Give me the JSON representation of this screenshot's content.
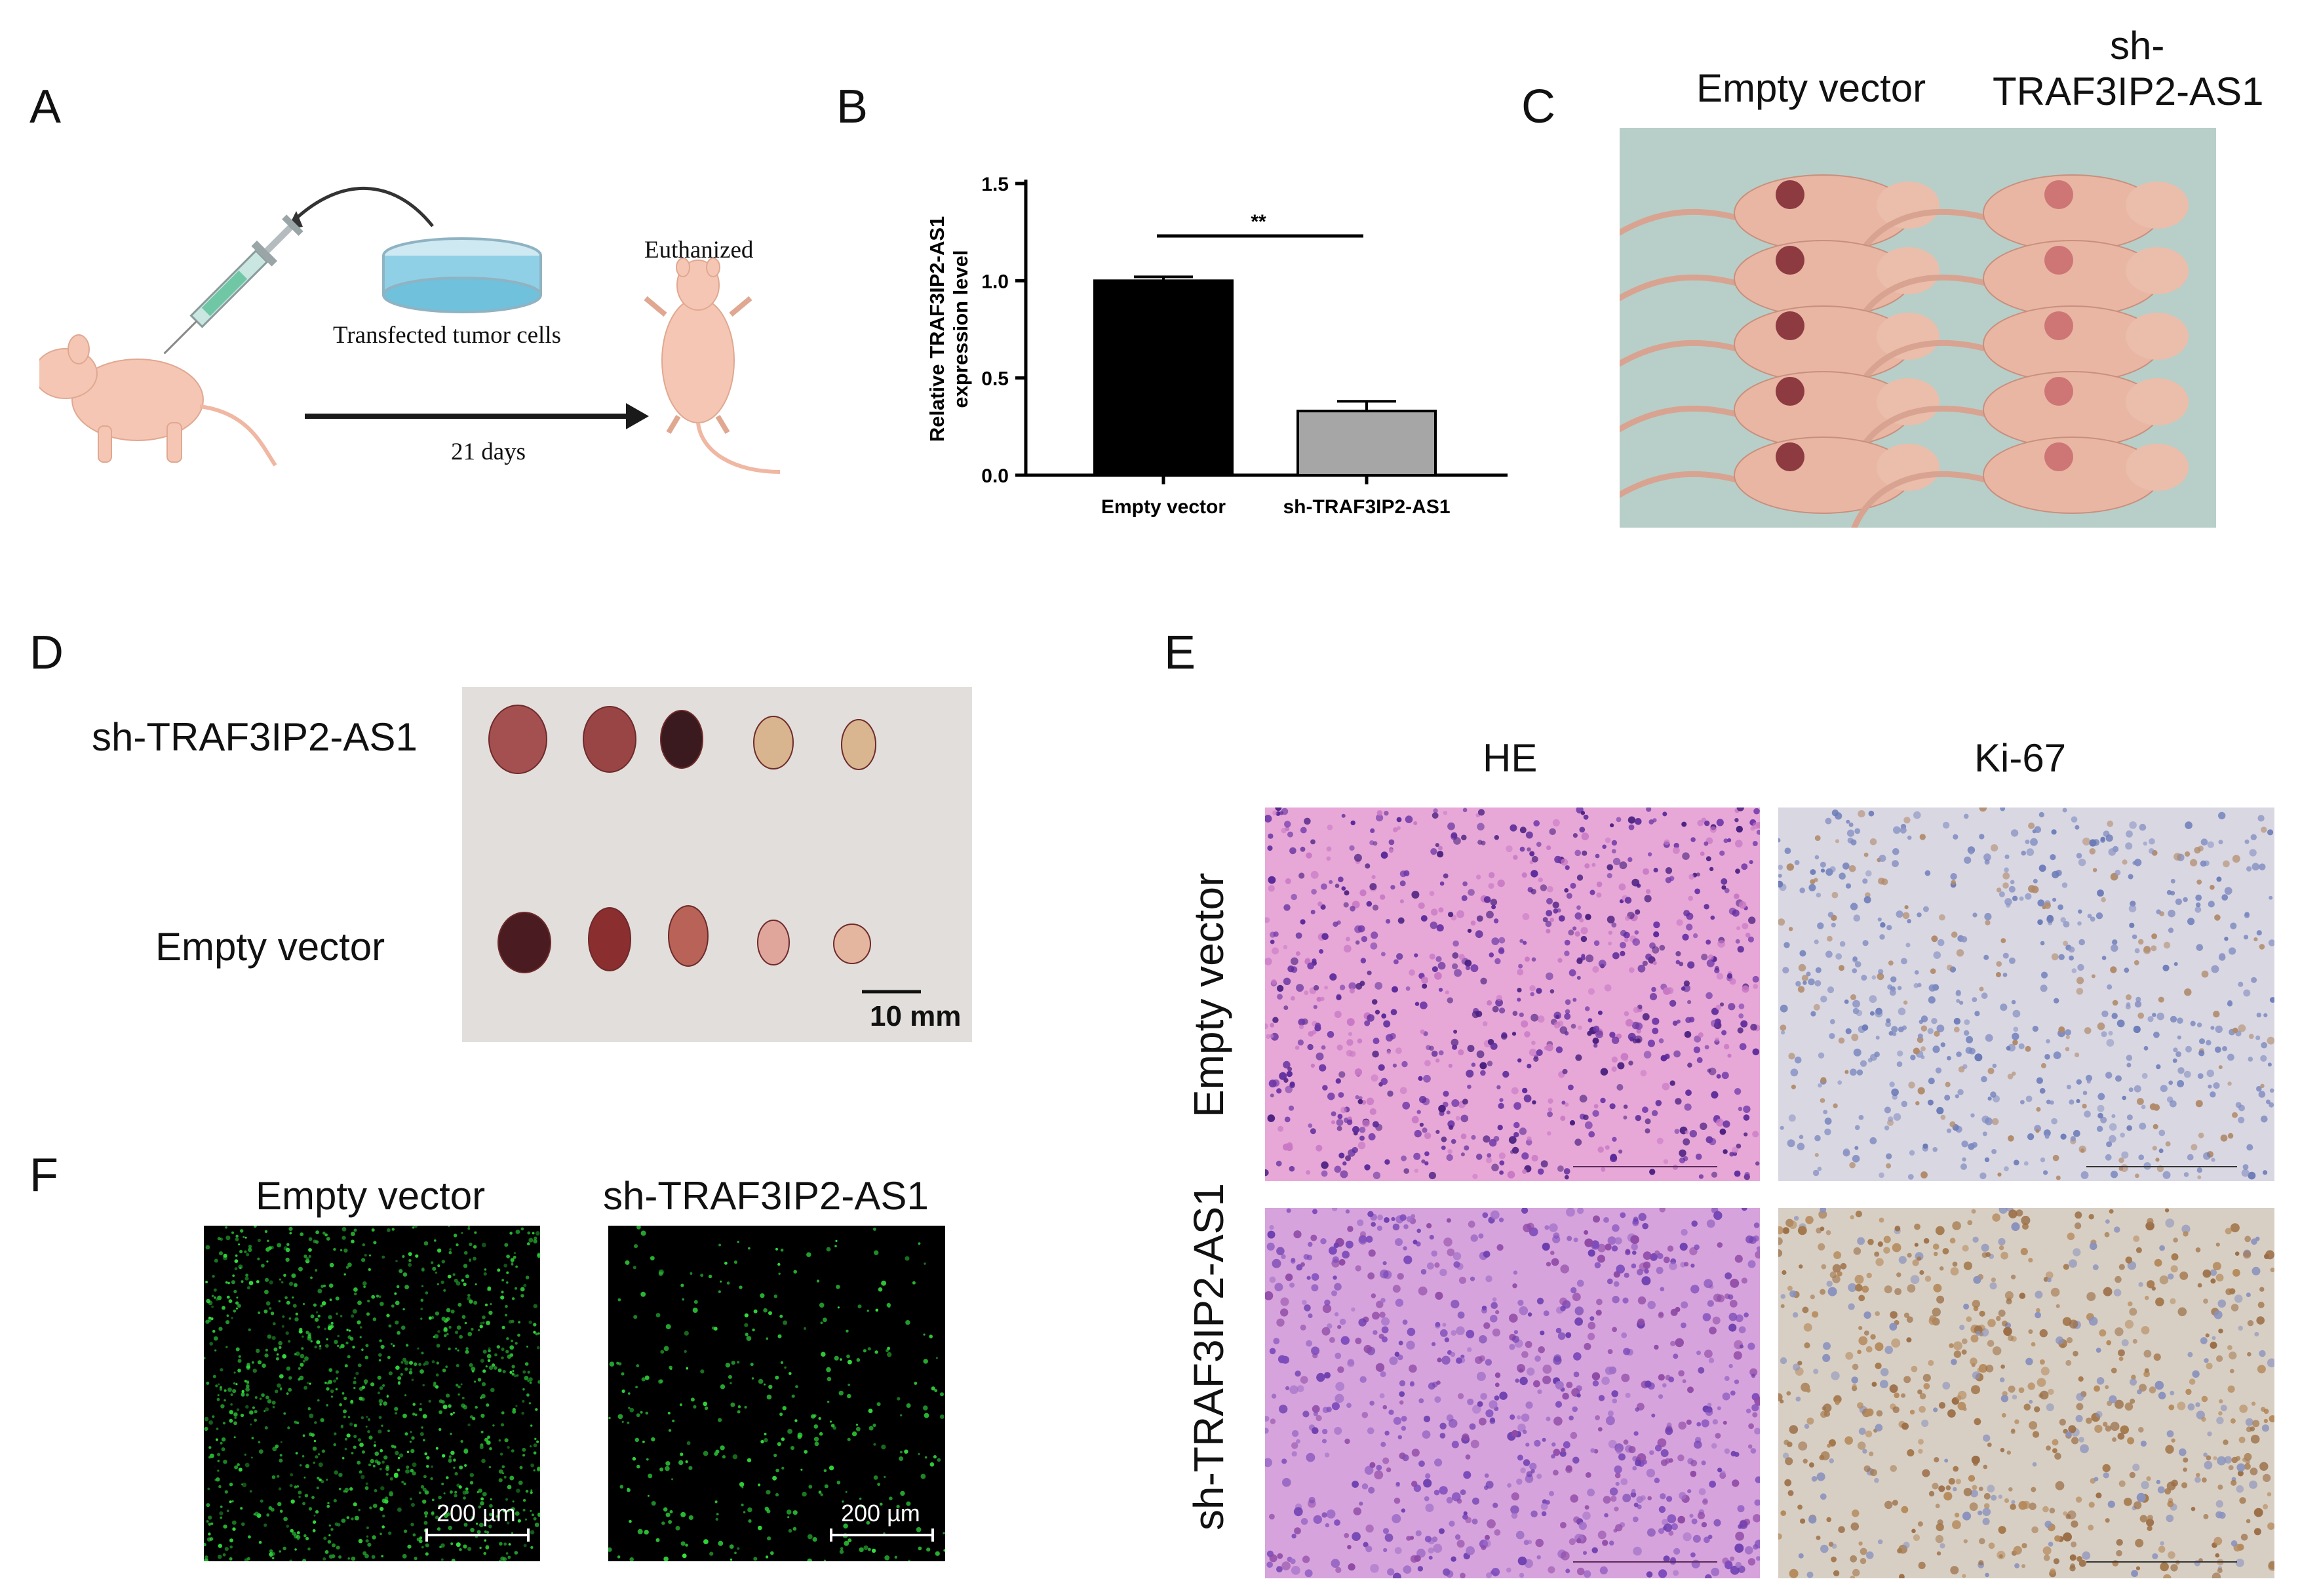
{
  "panel_letters": {
    "a": "A",
    "b": "B",
    "c": "C",
    "d": "D",
    "e": "E",
    "f": "F"
  },
  "panel_a": {
    "cells_label": "Transfected tumor cells",
    "euthanized_label": "Euthanized",
    "days_label": "21 days"
  },
  "chart_data": {
    "type": "bar",
    "categories": [
      "Empty vector",
      "sh-TRAF3IP2-AS1"
    ],
    "values": [
      1.0,
      0.33
    ],
    "errors": [
      0.02,
      0.05
    ],
    "ylabel": "Relative TRAF3IP2-AS1 expression level",
    "ylabel_line1": "Relative TRAF3IP2-AS1",
    "ylabel_line2": "expression level",
    "ylim": [
      0,
      1.5
    ],
    "yticks": [
      "0.0",
      "0.5",
      "1.0",
      "1.5"
    ],
    "ytick_values": [
      0,
      0.5,
      1.0,
      1.5
    ],
    "significance": "**",
    "colors": [
      "#000000",
      "#a6a6a6"
    ]
  },
  "panel_c": {
    "label_empty": "Empty vector",
    "label_sh_line1": "sh-",
    "label_sh_line2": "TRAF3IP2-AS1"
  },
  "panel_d": {
    "label_sh": "sh-TRAF3IP2-AS1",
    "label_empty": "Empty vector",
    "scale_bar": "10 mm"
  },
  "panel_e": {
    "col_he": "HE",
    "col_ki67": "Ki-67",
    "row_empty": "Empty vector",
    "row_sh": "sh-TRAF3IP2-AS1"
  },
  "panel_f": {
    "label_empty": "Empty vector",
    "label_sh": "sh-TRAF3IP2-AS1",
    "scale_left": "200 µm",
    "scale_right": "200 µm"
  },
  "colors": {
    "he_bg": "#e7a8d8",
    "ki67_bg": "#d9d7e2",
    "fluor_bg": "#000000",
    "fluor_green": "#2fd63a",
    "photo_bg_c": "#b7cfc8",
    "photo_bg_d": "#e2dedb"
  }
}
